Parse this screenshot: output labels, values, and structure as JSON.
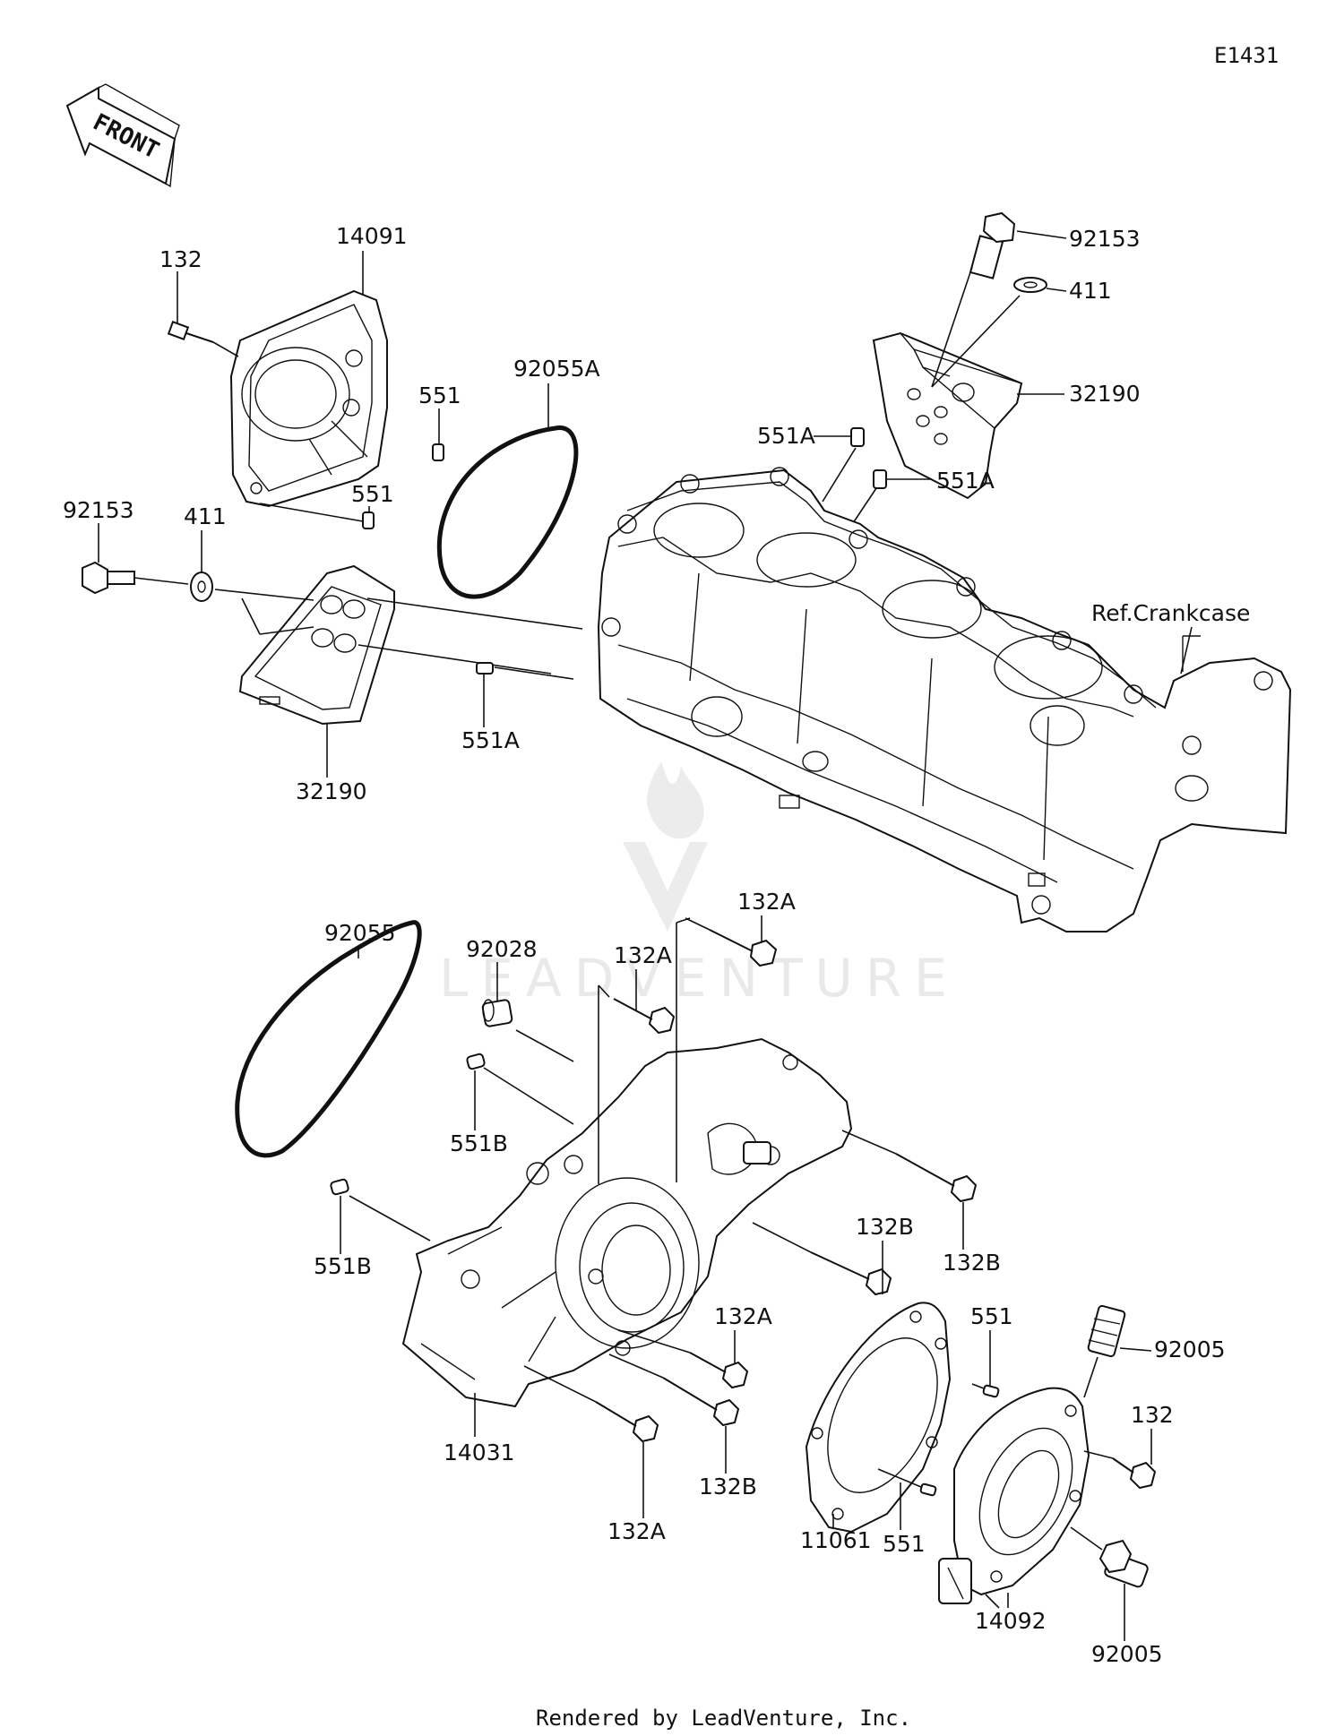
{
  "diagram_code": "E1431",
  "front_label": "FRONT",
  "reference_label": "Ref.Crankcase",
  "watermark": "LEADVENTURE",
  "footer": "Rendered by LeadVenture, Inc.",
  "callouts": [
    {
      "id": "c-92153-top",
      "text": "92153"
    },
    {
      "id": "c-411-top",
      "text": "411"
    },
    {
      "id": "c-32190-right",
      "text": "32190"
    },
    {
      "id": "c-551A-a",
      "text": "551A"
    },
    {
      "id": "c-551A-b",
      "text": "551A"
    },
    {
      "id": "c-14091",
      "text": "14091"
    },
    {
      "id": "c-132-top",
      "text": "132"
    },
    {
      "id": "c-92055A",
      "text": "92055A"
    },
    {
      "id": "c-551-a",
      "text": "551"
    },
    {
      "id": "c-551-b",
      "text": "551"
    },
    {
      "id": "c-92153-left",
      "text": "92153"
    },
    {
      "id": "c-411-left",
      "text": "411"
    },
    {
      "id": "c-551A-c",
      "text": "551A"
    },
    {
      "id": "c-32190-left",
      "text": "32190"
    },
    {
      "id": "c-92055",
      "text": "92055"
    },
    {
      "id": "c-92028",
      "text": "92028"
    },
    {
      "id": "c-132A-a",
      "text": "132A"
    },
    {
      "id": "c-132A-b",
      "text": "132A"
    },
    {
      "id": "c-551B-a",
      "text": "551B"
    },
    {
      "id": "c-551B-b",
      "text": "551B"
    },
    {
      "id": "c-132B-a",
      "text": "132B"
    },
    {
      "id": "c-132B-b",
      "text": "132B"
    },
    {
      "id": "c-132A-c",
      "text": "132A"
    },
    {
      "id": "c-14031",
      "text": "14031"
    },
    {
      "id": "c-132A-d",
      "text": "132A"
    },
    {
      "id": "c-132B-c",
      "text": "132B"
    },
    {
      "id": "c-551-c",
      "text": "551"
    },
    {
      "id": "c-92005-a",
      "text": "92005"
    },
    {
      "id": "c-132-right",
      "text": "132"
    },
    {
      "id": "c-11061",
      "text": "11061"
    },
    {
      "id": "c-551-d",
      "text": "551"
    },
    {
      "id": "c-14092",
      "text": "14092"
    },
    {
      "id": "c-92005-b",
      "text": "92005"
    }
  ]
}
